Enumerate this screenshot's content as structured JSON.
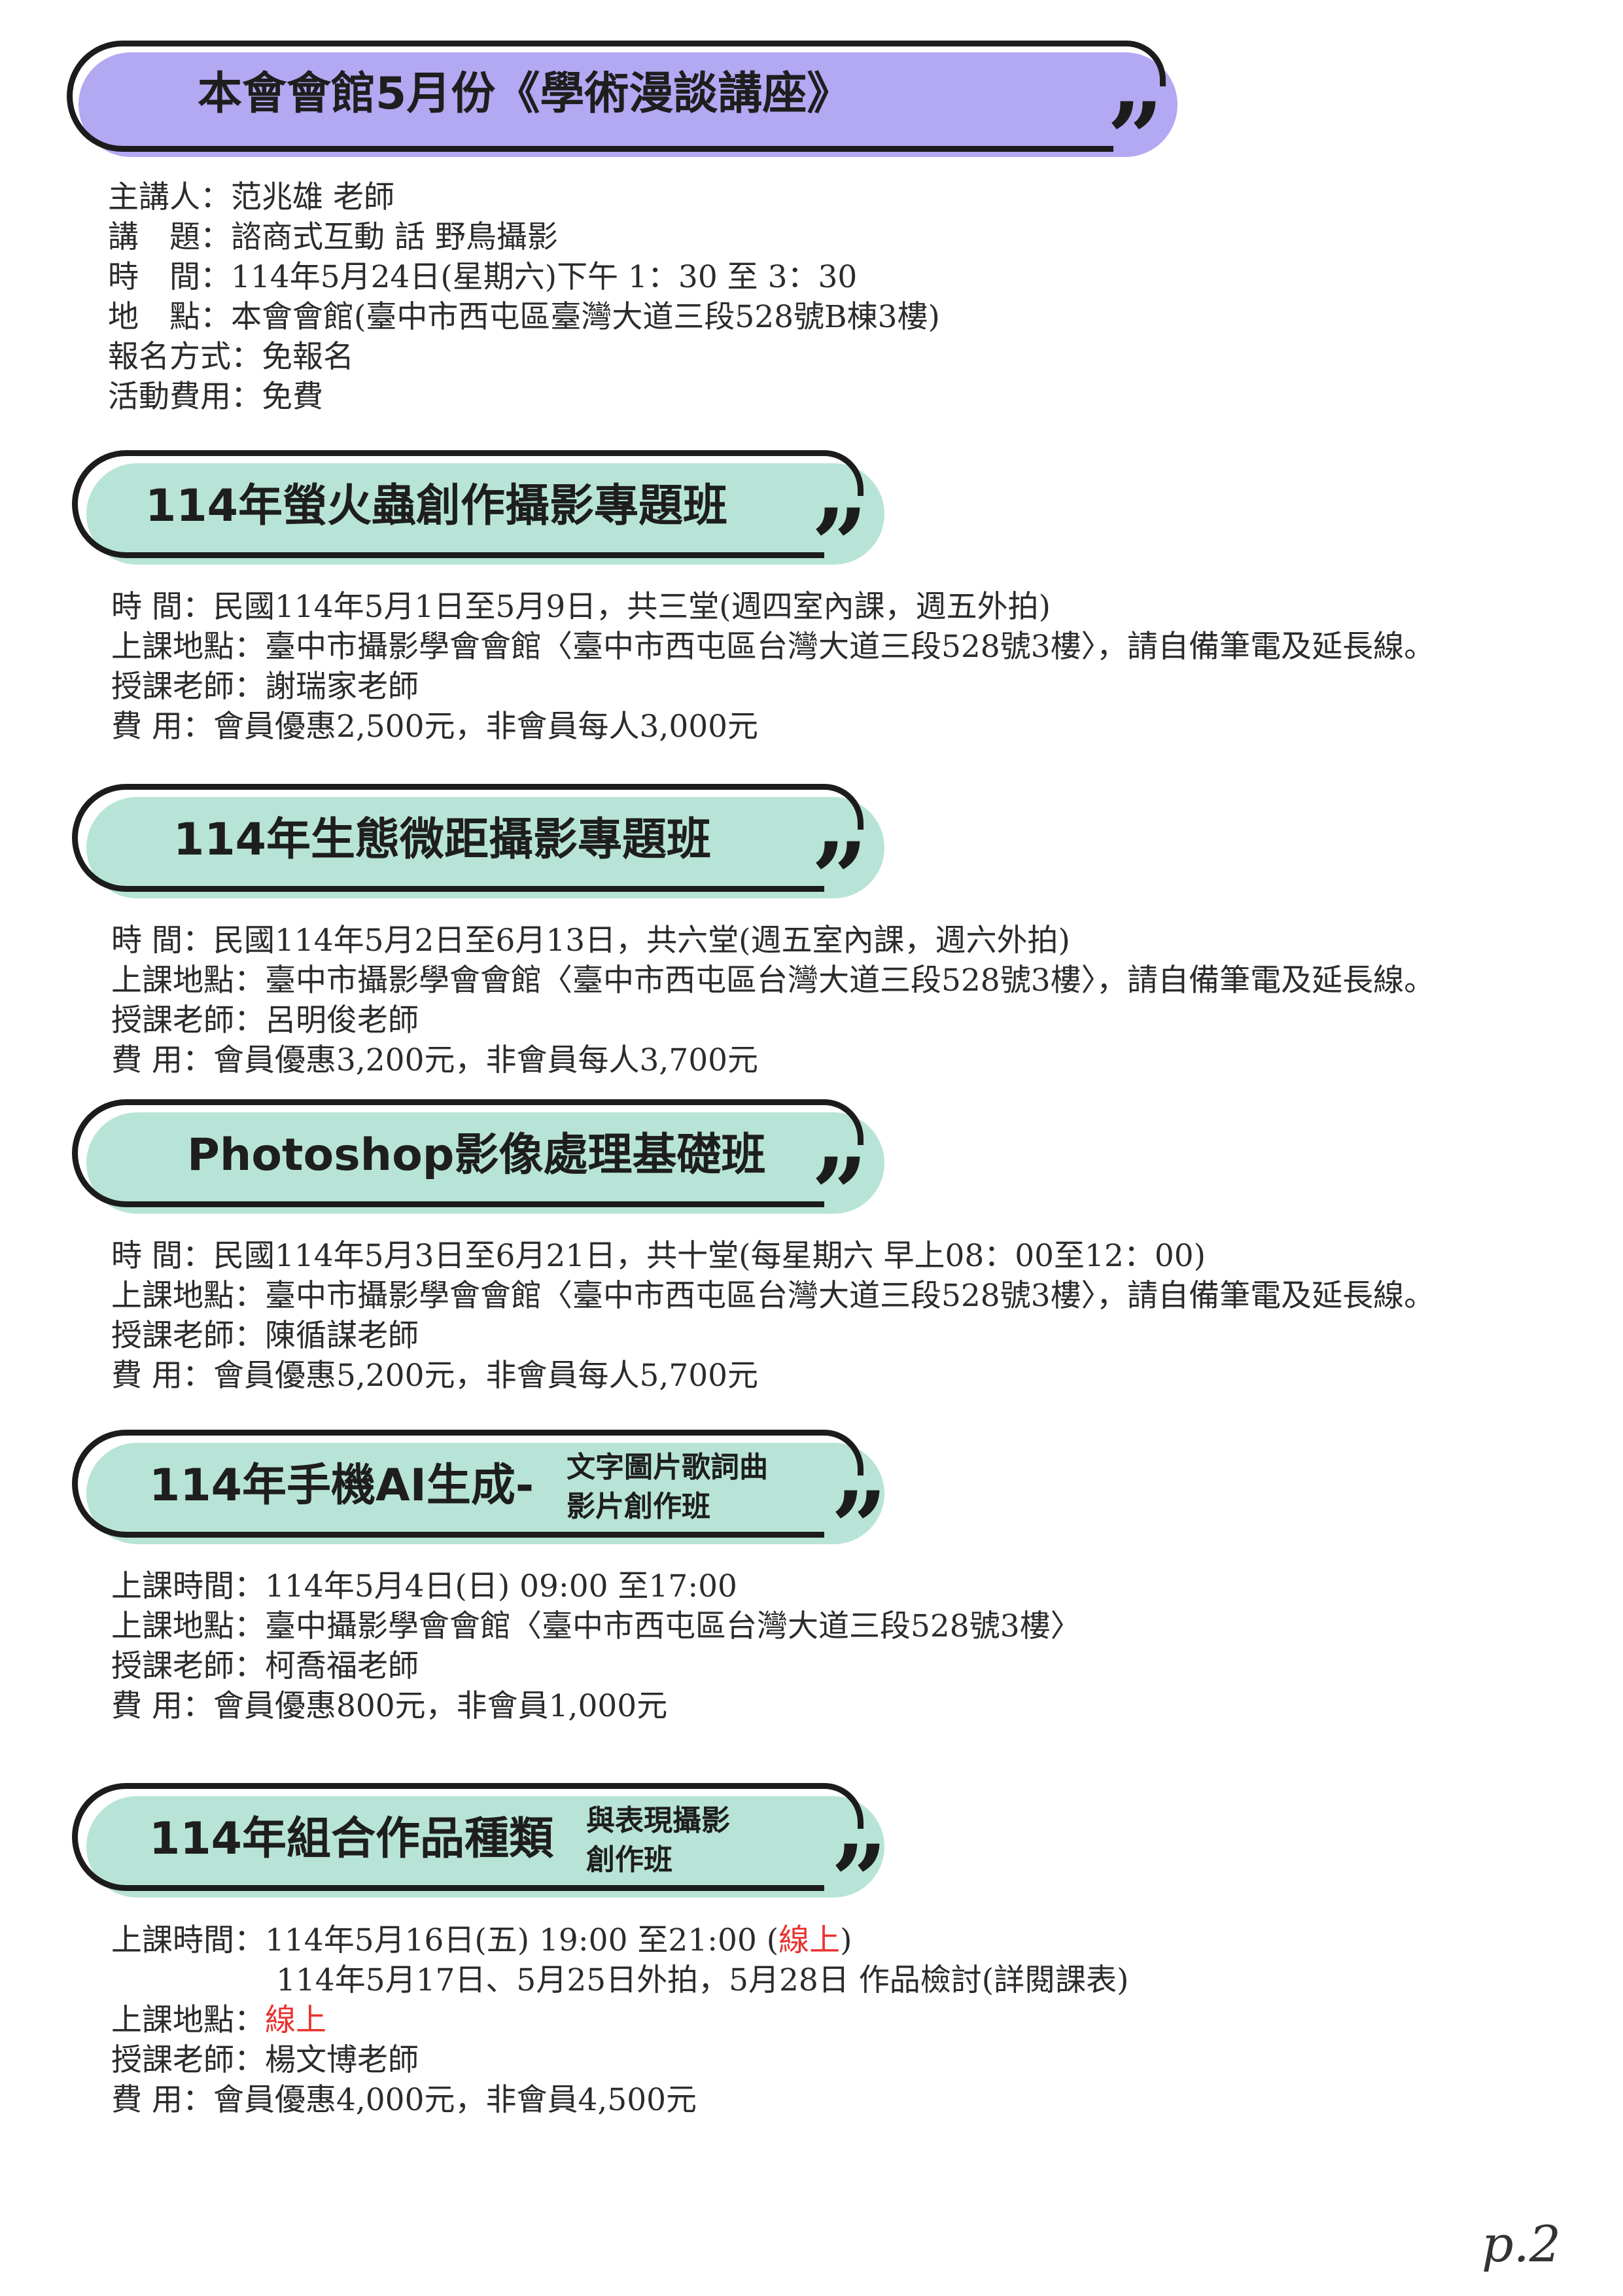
{
  "colors": {
    "lavender": "#b3a8f2",
    "mint": "#b8e4d7",
    "outline": "#1c1c1c",
    "text": "#2b2b2b",
    "accent_red": "#e8332f"
  },
  "quote_mark": "”",
  "lecture": {
    "title": "本會會館5月份《學術漫談講座》",
    "lines": [
      "主講人：范兆雄 老師",
      "講　題：諮商式互動 話 野鳥攝影",
      "時　間：114年5月24日(星期六)下午 1：30 至 3：30",
      "地　點：本會會館(臺中市西屯區臺灣大道三段528號B棟3樓)",
      "報名方式：免報名",
      "活動費用：免費"
    ]
  },
  "course1": {
    "title": "114年螢火蟲創作攝影專題班",
    "lines": [
      "時 間：民國114年5月1日至5月9日，共三堂(週四室內課，週五外拍)",
      "上課地點：臺中市攝影學會會館〈臺中市西屯區台灣大道三段528號3樓〉，請自備筆電及延長線。",
      "授課老師：謝瑞家老師",
      "費 用：會員優惠2,500元，非會員每人3,000元"
    ]
  },
  "course2": {
    "title": "114年生態微距攝影專題班",
    "lines": [
      "時 間：民國114年5月2日至6月13日，共六堂(週五室內課，週六外拍)",
      "上課地點：臺中市攝影學會會館〈臺中市西屯區台灣大道三段528號3樓〉，請自備筆電及延長線。",
      "授課老師：呂明俊老師",
      "費 用：會員優惠3,200元，非會員每人3,700元"
    ]
  },
  "course3": {
    "title": "Photoshop影像處理基礎班",
    "lines": [
      "時 間：民國114年5月3日至6月21日，共十堂(每星期六 早上08：00至12：00)",
      "上課地點：臺中市攝影學會會館〈臺中市西屯區台灣大道三段528號3樓〉，請自備筆電及延長線。",
      "授課老師：陳循謀老師",
      "費 用：會員優惠5,200元，非會員每人5,700元"
    ]
  },
  "course4": {
    "title": "114年手機AI生成-",
    "sub1": "文字圖片歌詞曲",
    "sub2": "影片創作班",
    "lines": [
      "上課時間：114年5月4日(日) 09:00 至17:00",
      "上課地點：臺中攝影學會會館〈臺中市西屯區台灣大道三段528號3樓〉",
      "授課老師：柯喬福老師",
      "費 用：會員優惠800元，非會員1,000元"
    ]
  },
  "course5": {
    "title": "114年組合作品種類",
    "sub1": "與表現攝影",
    "sub2": "創作班",
    "time_label": "上課時間：",
    "time_value": "114年5月16日(五) 19:00 至21:00 (",
    "online": "線上",
    "time_close": ")",
    "time_line2": "114年5月17日、5月25日外拍，5月28日 作品檢討(詳閱課表)",
    "place_label": "上課地點：",
    "place_value": "線上",
    "teacher": "授課老師：楊文博老師",
    "fee": "費 用：會員優惠4,000元，非會員4,500元"
  },
  "page_number": "p.2"
}
